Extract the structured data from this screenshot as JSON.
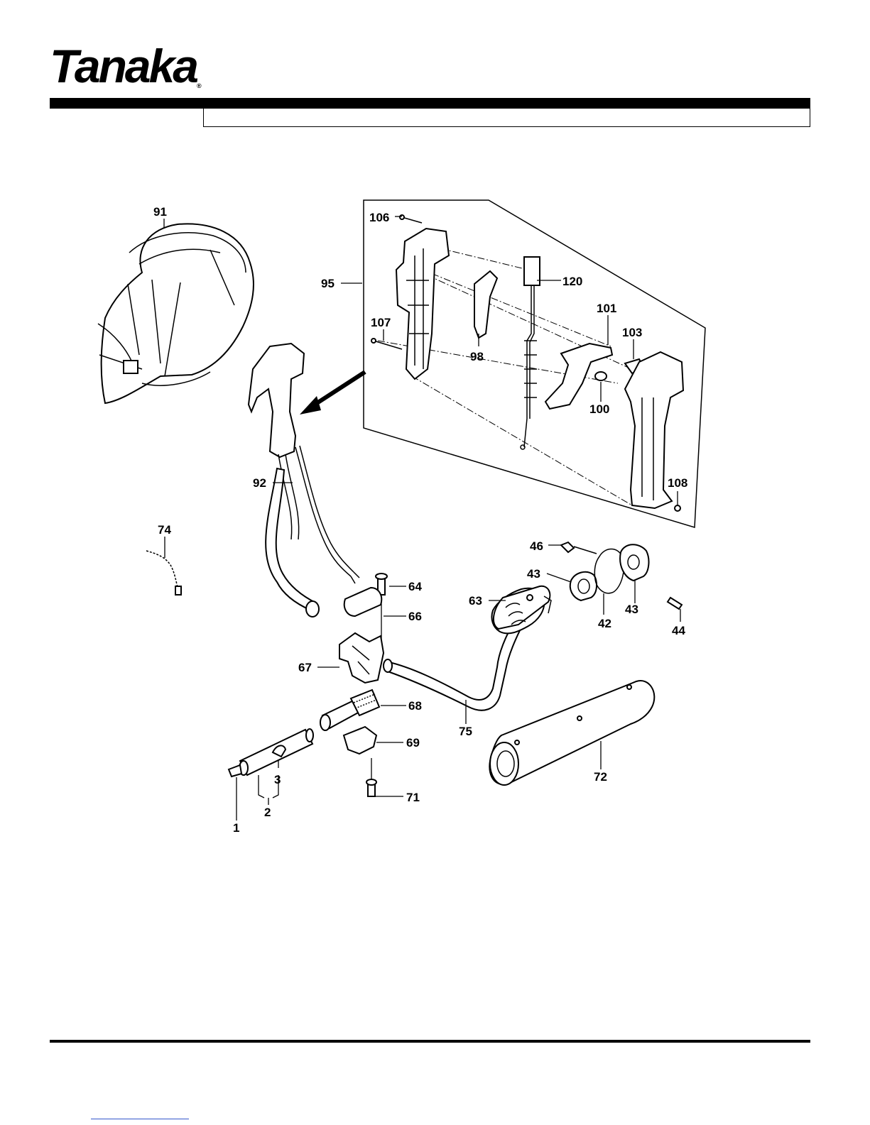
{
  "brand": {
    "name": "Tanaka",
    "reg_mark": "®"
  },
  "header": {
    "title": ""
  },
  "diagram": {
    "callouts": {
      "p1": "1",
      "p2": "2",
      "p3": "3",
      "p42": "42",
      "p43a": "43",
      "p43b": "43",
      "p44": "44",
      "p46": "46",
      "p63": "63",
      "p64": "64",
      "p66": "66",
      "p67": "67",
      "p68": "68",
      "p69": "69",
      "p71": "71",
      "p72": "72",
      "p74": "74",
      "p75": "75",
      "p91": "91",
      "p92": "92",
      "p95": "95",
      "p98": "98",
      "p100": "100",
      "p101": "101",
      "p103": "103",
      "p106": "106",
      "p107": "107",
      "p108": "108",
      "p120": "120"
    }
  },
  "colors": {
    "ink": "#000000",
    "paper": "#ffffff",
    "link": "#3355cc"
  },
  "icons": {
    "harness": "harness-icon",
    "throttle": "throttle-handle-icon",
    "tube": "tube-icon",
    "grip": "grip-handle-icon"
  }
}
